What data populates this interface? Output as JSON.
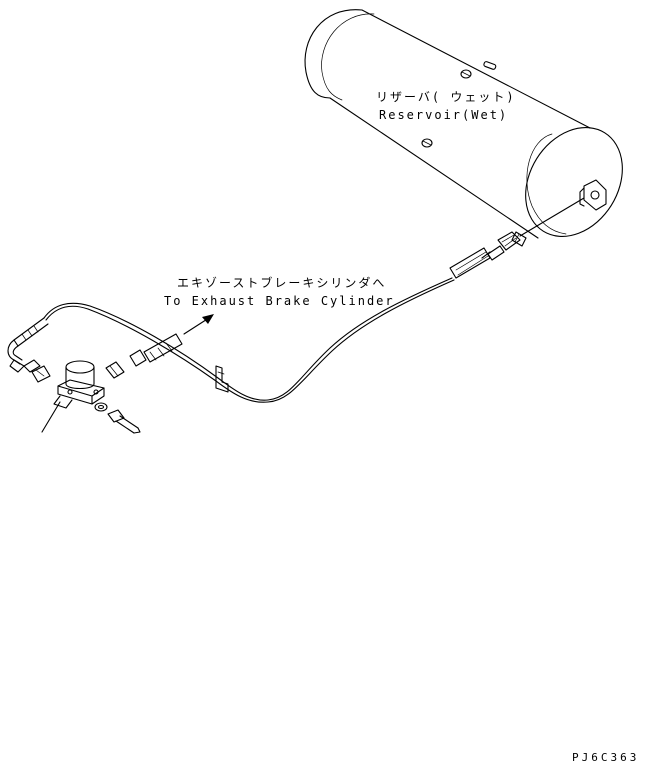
{
  "labels": {
    "reservoir_jp": "リザーバ( ウェット)",
    "reservoir_en": "Reservoir(Wet)",
    "exhaust_jp": "エキゾーストブレーキシリンダへ",
    "exhaust_en": "To Exhaust Brake Cylinder",
    "drawing_code": "PJ6C363"
  }
}
